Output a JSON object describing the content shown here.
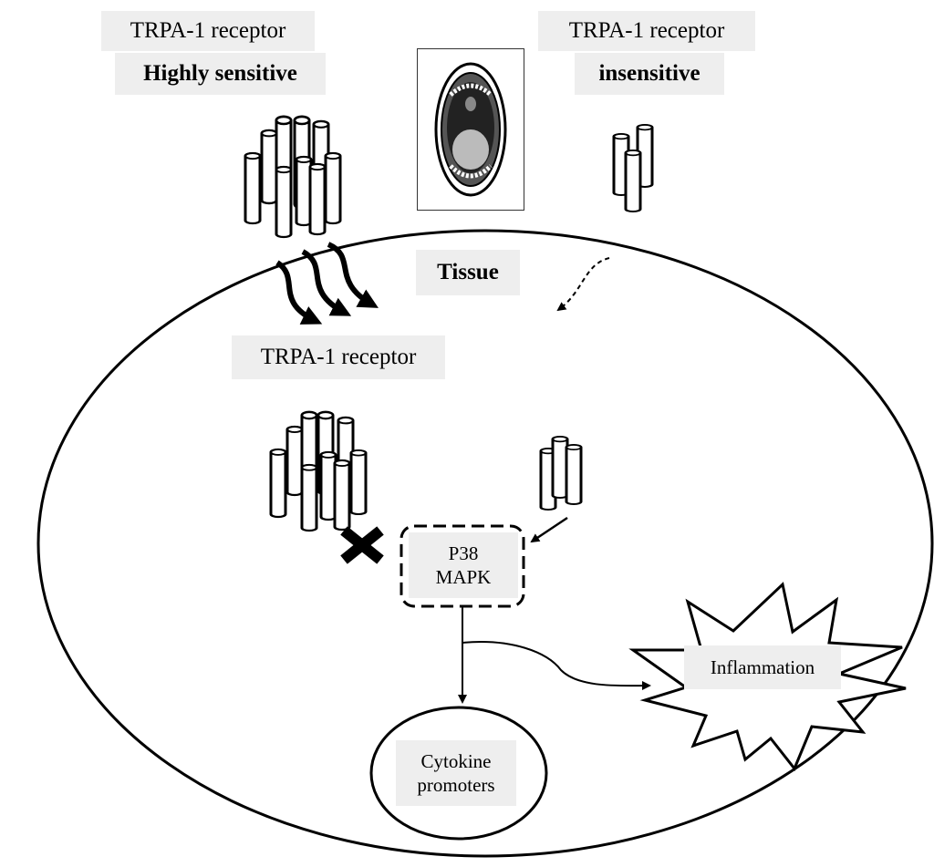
{
  "labels": {
    "top_left_receptor": "TRPA-1 receptor",
    "highly_sensitive": "Highly sensitive",
    "top_right_receptor": "TRPA-1 receptor",
    "insensitive": "insensitive",
    "tissue": "Tissue",
    "inner_receptor": "TRPA-1 receptor",
    "p38_line1": "P38",
    "p38_line2": "MAPK",
    "inflammation": "Inflammation",
    "cytokine_line1": "Cytokine",
    "cytokine_line2": "promoters"
  }
}
